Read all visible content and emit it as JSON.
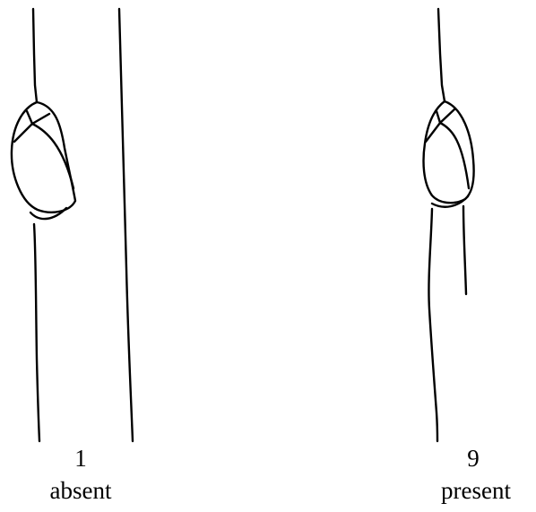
{
  "figures": [
    {
      "state_number": "1",
      "state_label": "absent"
    },
    {
      "state_number": "9",
      "state_label": "present"
    }
  ]
}
